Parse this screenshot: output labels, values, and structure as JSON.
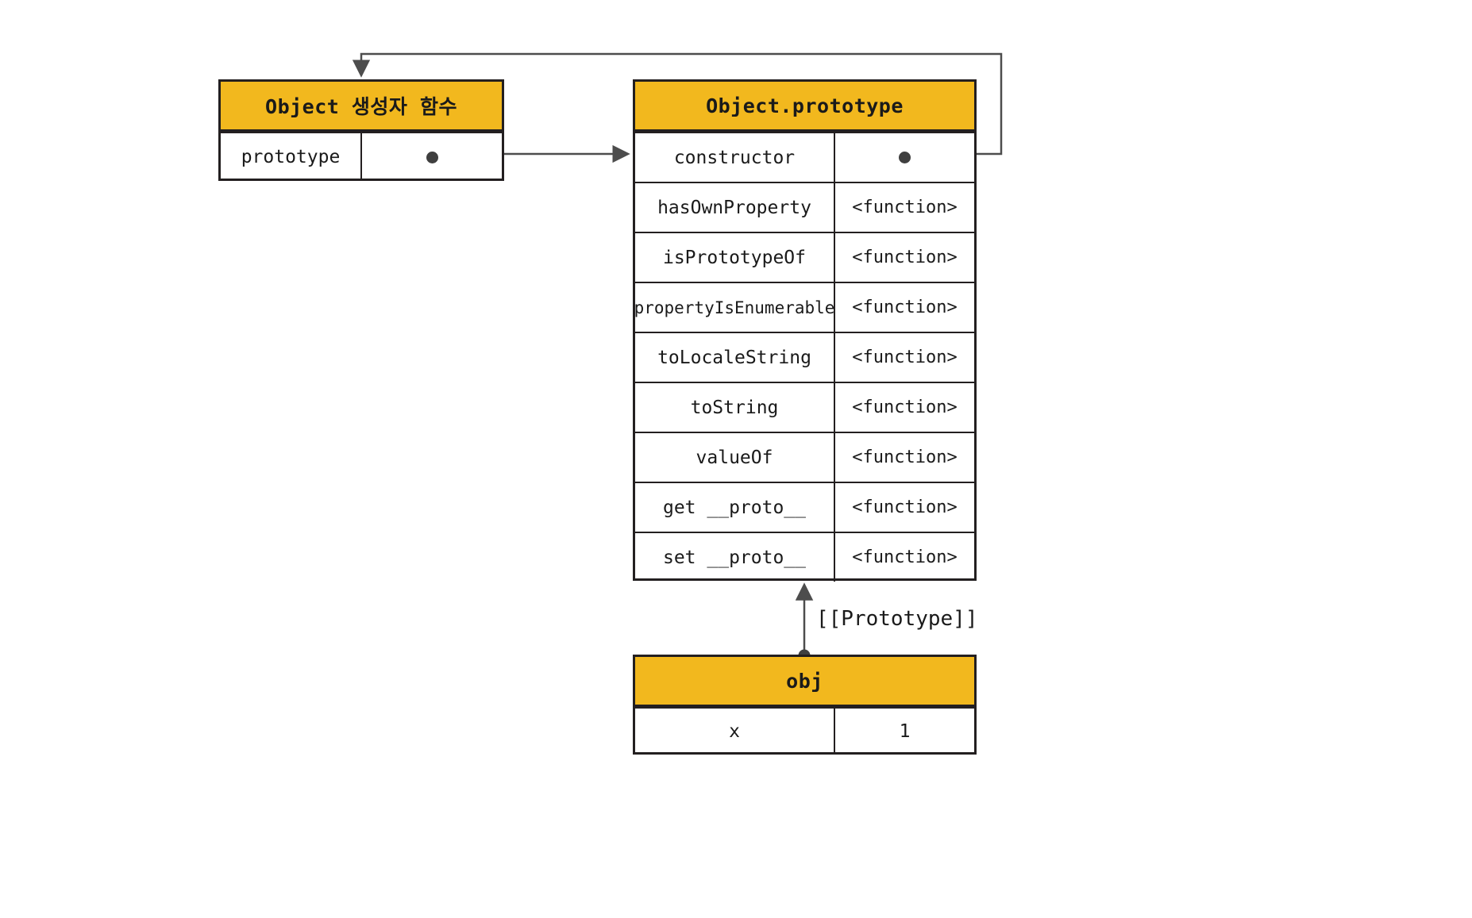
{
  "diagram": {
    "title": "JavaScript Object prototype chain diagram",
    "colors": {
      "header_fill": "#f2b81e",
      "stroke": "#231f20",
      "wire": "#4d4d4d",
      "dot": "#3f3f3f",
      "background": "#ffffff"
    }
  },
  "constructor_box": {
    "header": "Object 생성자 함수",
    "rows": [
      {
        "key": "prototype",
        "value": "",
        "has_dot": true
      }
    ]
  },
  "prototype_box": {
    "header": "Object.prototype",
    "rows": [
      {
        "key": "constructor",
        "value": "",
        "has_dot": true
      },
      {
        "key": "hasOwnProperty",
        "value": "<function>",
        "has_dot": false
      },
      {
        "key": "isPrototypeOf",
        "value": "<function>",
        "has_dot": false
      },
      {
        "key": "propertyIsEnumerable",
        "value": "<function>",
        "has_dot": false
      },
      {
        "key": "toLocaleString",
        "value": "<function>",
        "has_dot": false
      },
      {
        "key": "toString",
        "value": "<function>",
        "has_dot": false
      },
      {
        "key": "valueOf",
        "value": "<function>",
        "has_dot": false
      },
      {
        "key": "get __proto__",
        "value": "<function>",
        "has_dot": false
      },
      {
        "key": "set __proto__",
        "value": "<function>",
        "has_dot": false
      }
    ]
  },
  "obj_box": {
    "header": "obj",
    "rows": [
      {
        "key": "x",
        "value": "1",
        "has_dot": false
      }
    ]
  },
  "labels": {
    "prototype_link": "[[Prototype]]"
  },
  "connectors": [
    {
      "name": "prototype-to-object-prototype",
      "from": "constructor_box.prototype",
      "to": "prototype_box",
      "arrow": true
    },
    {
      "name": "constructor-to-object-constructor-function",
      "from": "prototype_box.constructor",
      "to": "constructor_box",
      "arrow": true
    },
    {
      "name": "obj-prototype-link",
      "from": "obj_box",
      "to": "prototype_box",
      "arrow": true,
      "label": "[[Prototype]]"
    }
  ]
}
